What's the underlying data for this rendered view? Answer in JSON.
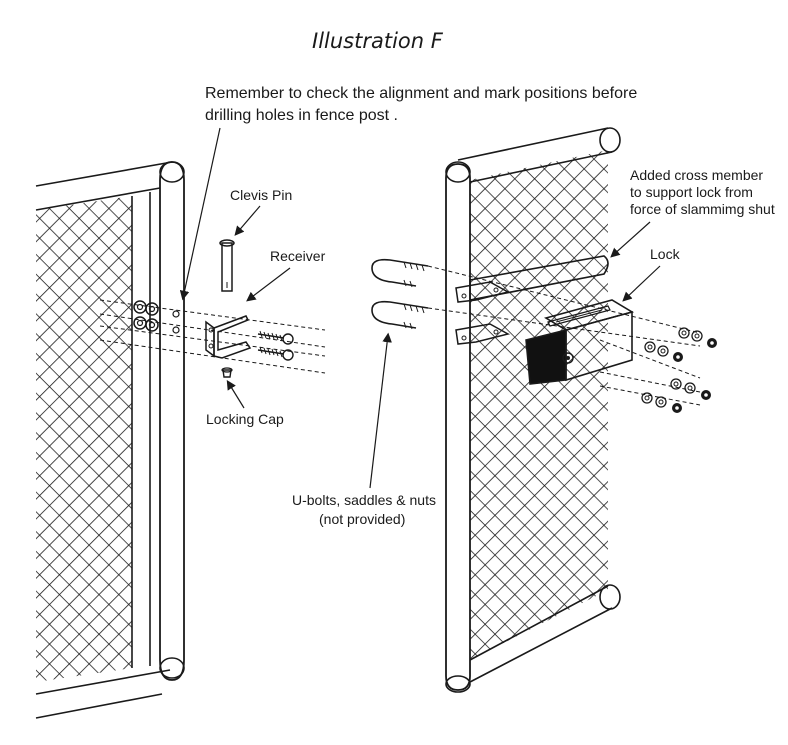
{
  "title": "Illustration F",
  "note": {
    "line1": "Remember to check the alignment and mark positions before",
    "line2": "drilling holes in fence post ."
  },
  "labels": {
    "clevis_pin": "Clevis Pin",
    "receiver": "Receiver",
    "locking_cap": "Locking Cap",
    "ubolts_line1": "U-bolts, saddles & nuts",
    "ubolts_line2": "(not provided)",
    "cross_member_line1": "Added cross member",
    "cross_member_line2": "to support lock from",
    "cross_member_line3": "force of slammimg shut",
    "lock": "Lock"
  }
}
